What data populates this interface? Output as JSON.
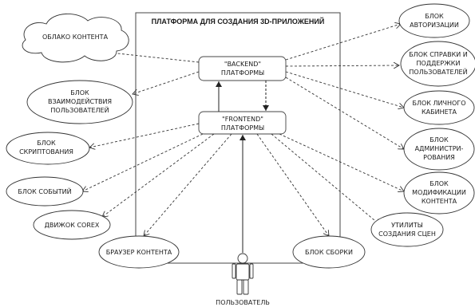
{
  "diagram": {
    "title": "ПЛАТФОРМА ДЛЯ СОЗДАНИЯ 3D-ПРИЛОЖЕНИЙ",
    "backend": {
      "line1": "\"BACKEND\"",
      "line2": "ПЛАТФОРМЫ"
    },
    "frontend": {
      "line1": "\"FRONTEND\"",
      "line2": "ПЛАТФОРМЫ"
    },
    "user": {
      "label": "ПОЛЬЗОВАТЕЛЬ"
    },
    "left_nodes": {
      "cloud": [
        "ОБЛАКО КОНТЕНТА"
      ],
      "interaction": [
        "БЛОК",
        "ВЗАИМОДЕЙСТВИЯ",
        "ПОЛЬЗОВАТЕЛЕЙ"
      ],
      "scripting": [
        "БЛОК",
        "СКРИПТОВАНИЯ"
      ],
      "events": [
        "БЛОК СОБЫТИЙ"
      ],
      "engine": [
        "ДВИЖОК COREX"
      ],
      "browser": [
        "БРАУЗЕР КОНТЕНТА"
      ]
    },
    "right_nodes": {
      "auth": [
        "БЛОК",
        "АВТОРИЗАЦИИ"
      ],
      "help": [
        "БЛОК СПРАВКИ И",
        "ПОДДЕРЖКИ",
        "ПОЛЬЗОВАТЕЛЕЙ"
      ],
      "cabinet": [
        "БЛОК ЛИЧНОГО",
        "КАБИНЕТА"
      ],
      "admin": [
        "БЛОК",
        "АДМИНИСТРИ-",
        "РОВАНИЯ"
      ],
      "modification": [
        "БЛОК",
        "МОДИФИКАЦИИ",
        "КОНТЕНТА"
      ],
      "utilities": [
        "УТИЛИТЫ",
        "СОЗДАНИЯ СЦЕН"
      ],
      "build": [
        "БЛОК СБОРКИ"
      ]
    }
  }
}
